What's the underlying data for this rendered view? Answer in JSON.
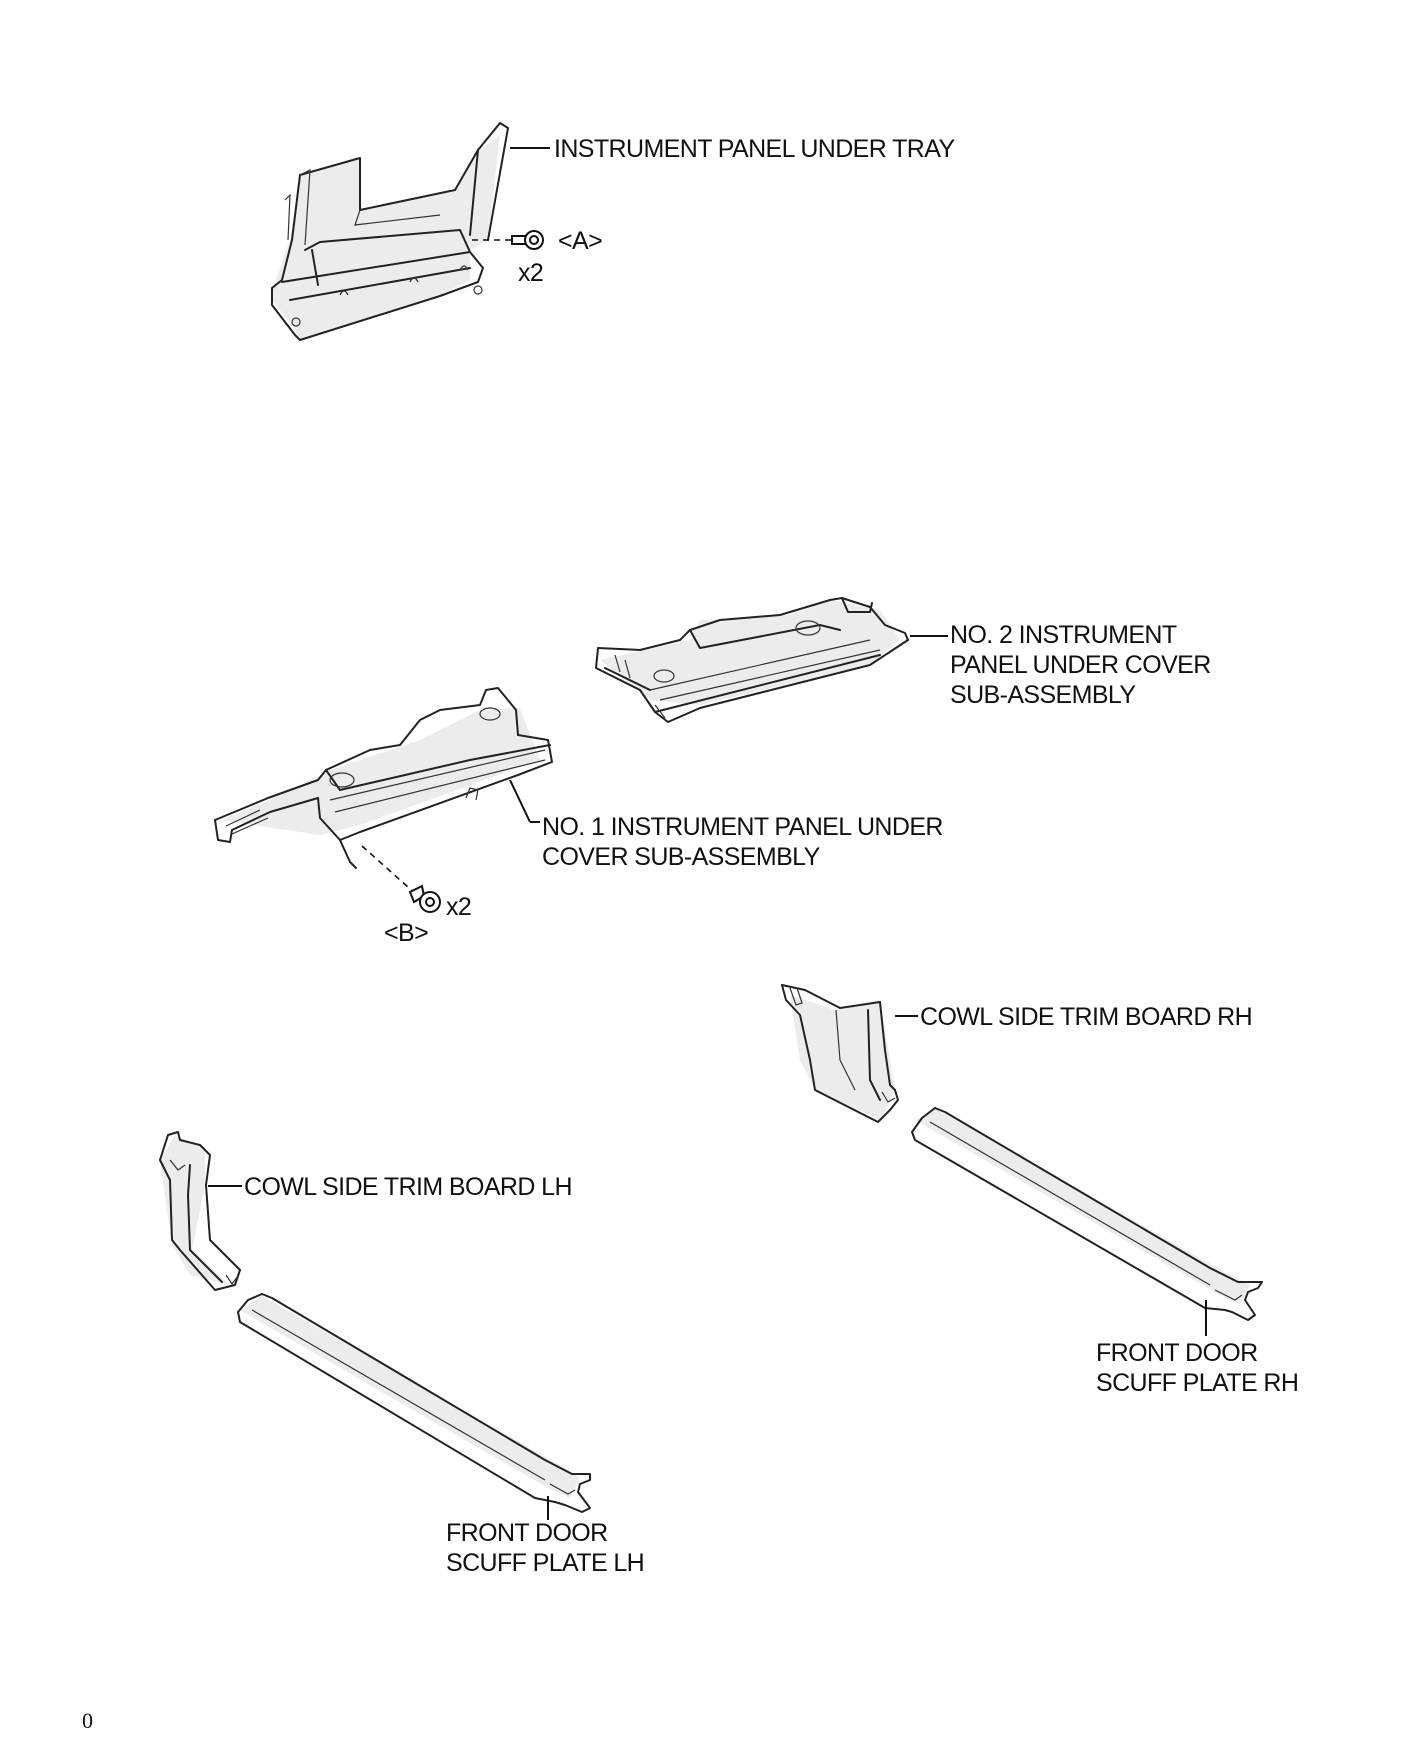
{
  "labels": {
    "under_tray": "INSTRUMENT PANEL UNDER TRAY",
    "fastener_a": "<A>",
    "qty_a": "x2",
    "no2_cover_line1": "NO. 2 INSTRUMENT",
    "no2_cover_line2": "PANEL UNDER COVER",
    "no2_cover_line3": "SUB-ASSEMBLY",
    "no1_cover_line1": "NO. 1 INSTRUMENT PANEL UNDER",
    "no1_cover_line2": "COVER SUB-ASSEMBLY",
    "qty_b": "x2",
    "fastener_b": "<B>",
    "cowl_rh": "COWL SIDE TRIM BOARD RH",
    "cowl_lh": "COWL SIDE TRIM BOARD LH",
    "scuff_rh_line1": "FRONT DOOR",
    "scuff_rh_line2": "SCUFF PLATE RH",
    "scuff_lh_line1": "FRONT DOOR",
    "scuff_lh_line2": "SCUFF PLATE LH"
  },
  "page_number": "0"
}
